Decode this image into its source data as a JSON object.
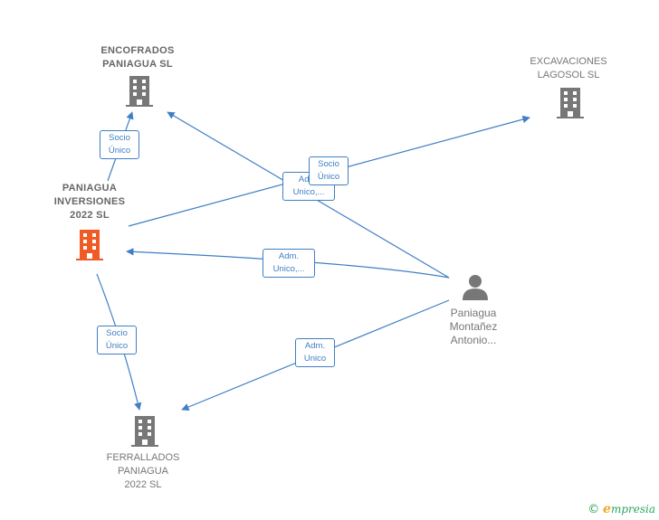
{
  "colors": {
    "edge": "#3f7fc4",
    "company_icon": "#777777",
    "focus_icon": "#f05a24",
    "person_icon": "#777777"
  },
  "nodes": {
    "encofrados": {
      "label": "ENCOFRADOS\nPANIAGUA SL",
      "icon": "building-icon"
    },
    "excavaciones": {
      "label": "EXCAVACIONES\nLAGOSOL SL",
      "icon": "building-icon"
    },
    "paniagua_inversiones": {
      "label": "PANIAGUA\nINVERSIONES\n2022 SL",
      "icon": "building-icon"
    },
    "ferrallados": {
      "label": "FERRALLADOS\nPANIAGUA\n2022 SL",
      "icon": "building-icon"
    },
    "person": {
      "label": "Paniagua\nMontañez\nAntonio...",
      "icon": "person-icon"
    }
  },
  "edges": {
    "socio_unico_1": "Socio\nÚnico",
    "socio_unico_2": "Socio\nÚnico",
    "socio_unico_3": "Socio\nÚnico",
    "adm_unico_1": "Adm.\nUnico,...",
    "adm_unico_2": "Adm.\nUnico,...",
    "adm_unico_3": "Adm.\nUnico"
  },
  "footer": {
    "copyright_symbol": "©",
    "brand_initial": "e",
    "brand_rest": "mpresia"
  }
}
